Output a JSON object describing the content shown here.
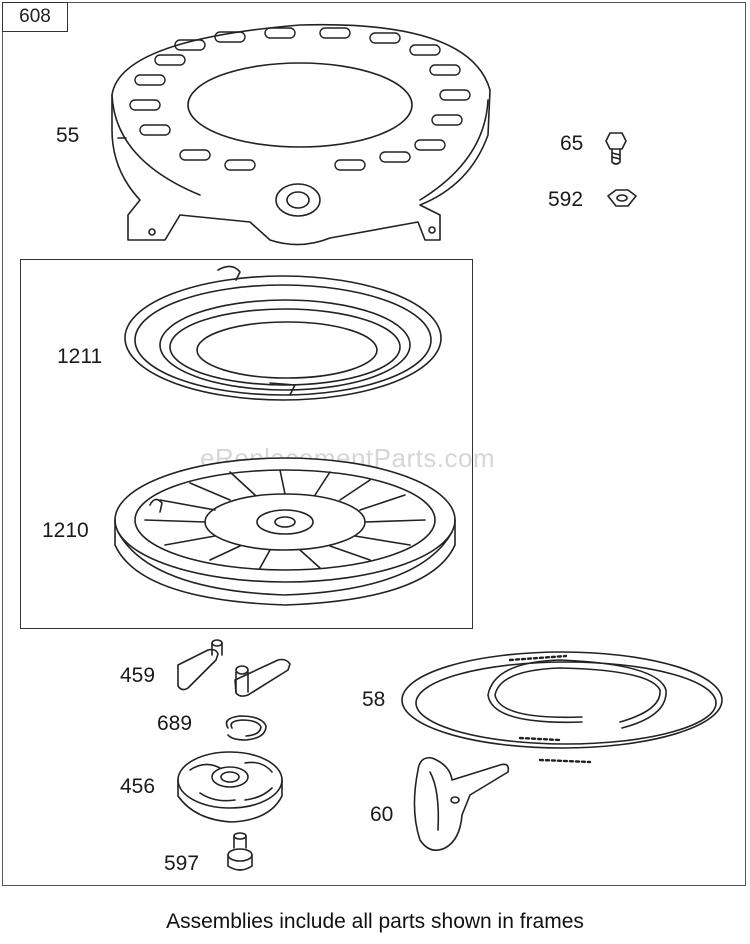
{
  "figure_number": "608",
  "callouts": {
    "p55": "55",
    "p65": "65",
    "p592": "592",
    "p1211": "1211",
    "p1210": "1210",
    "p459": "459",
    "p689": "689",
    "p456": "456",
    "p597": "597",
    "p58": "58",
    "p60": "60"
  },
  "watermark": "eReplacementParts.com",
  "caption": "Assemblies include all parts shown in frames"
}
